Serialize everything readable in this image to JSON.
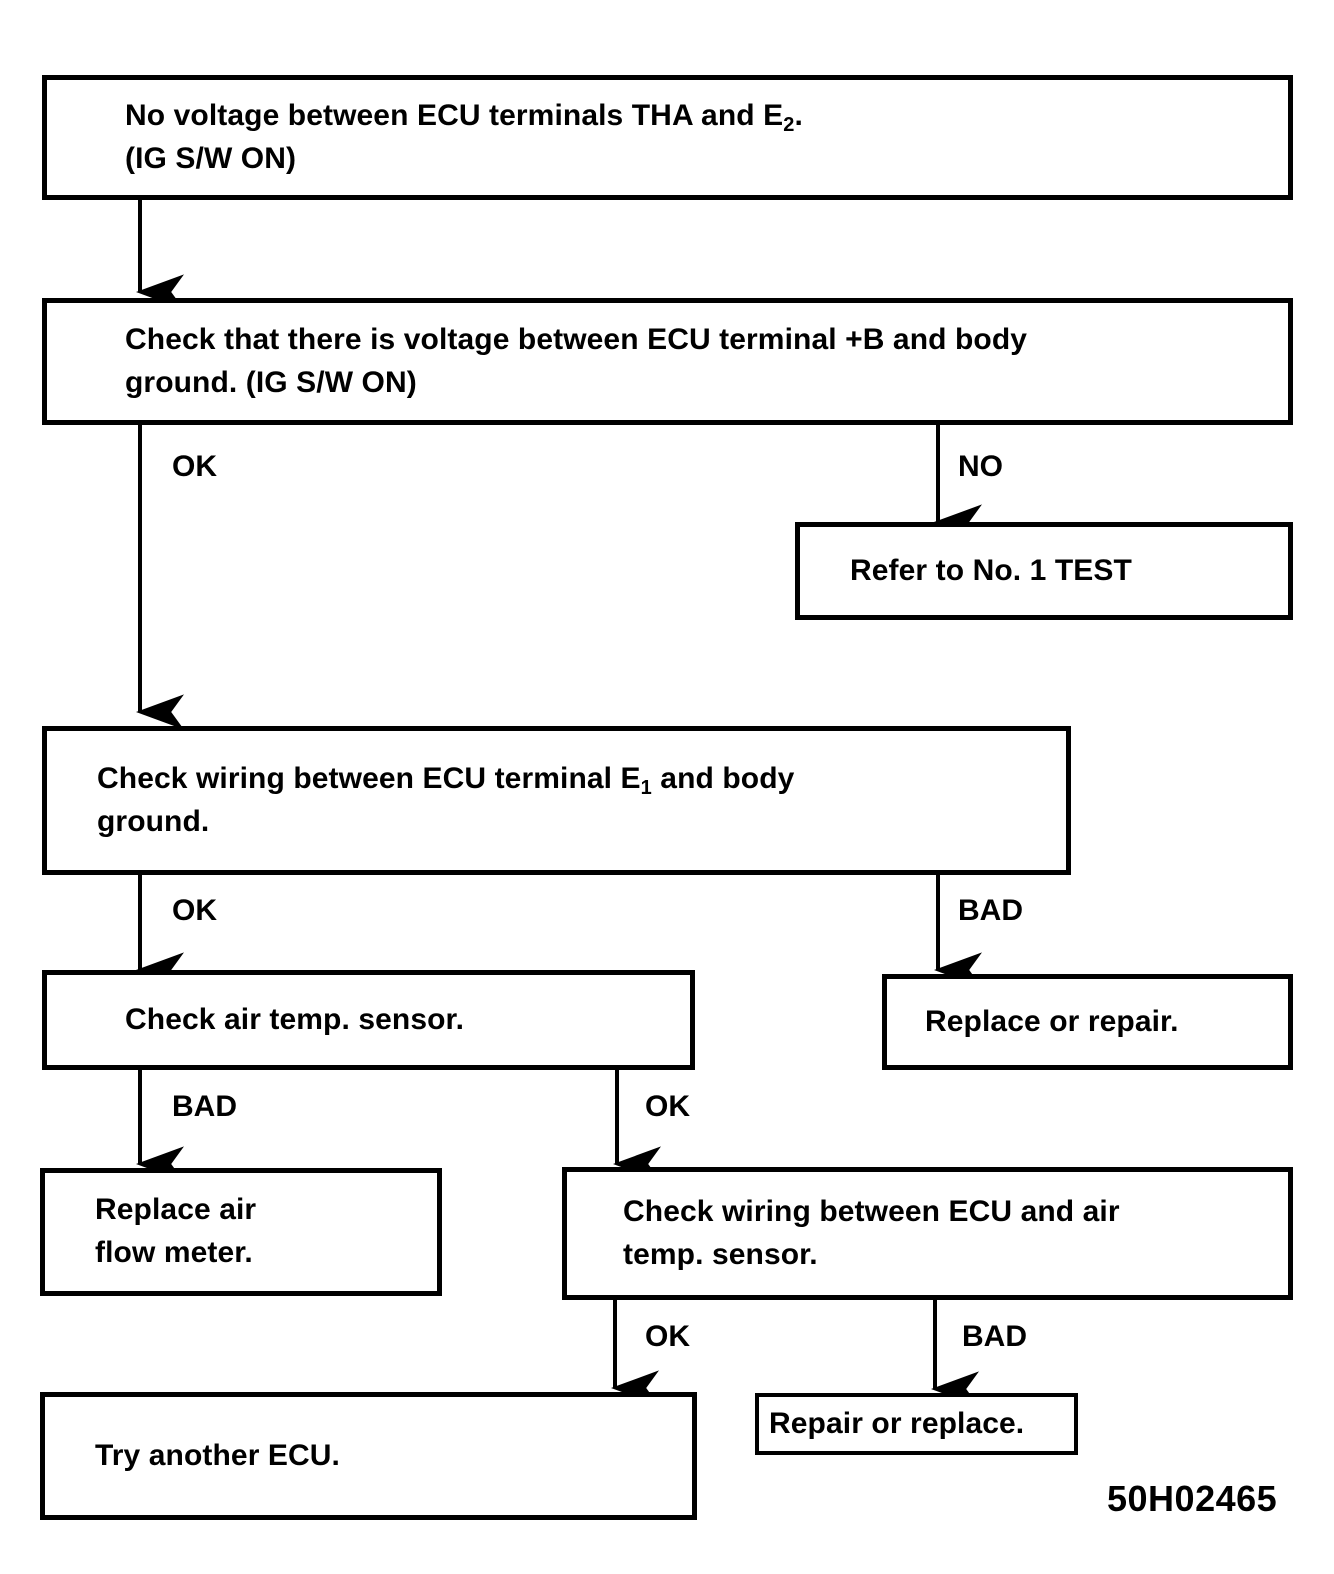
{
  "figure": {
    "code": "50H02465",
    "kind": "troubleshooting-flowchart"
  },
  "chart_data": {
    "type": "diagram",
    "title": "No voltage between ECU terminals THA and E2 troubleshooting chart",
    "nodes": [
      {
        "id": "n1",
        "text": "No voltage between ECU terminals THA and E2 .\n(IG S/W ON)"
      },
      {
        "id": "n2",
        "text": "Check that there is voltage between ECU terminal +B and body\nground.  (IG S/W ON)"
      },
      {
        "id": "n3",
        "text": "Refer to No. 1   TEST"
      },
      {
        "id": "n4",
        "text": "Check wiring between ECU terminal E1 and body\nground."
      },
      {
        "id": "n5",
        "text": "Check air temp. sensor."
      },
      {
        "id": "n6",
        "text": "Replace or repair."
      },
      {
        "id": "n7",
        "text": "Replace air\nflow meter."
      },
      {
        "id": "n8",
        "text": "Check wiring between ECU and air\ntemp. sensor."
      },
      {
        "id": "n9",
        "text": "Try another ECU."
      },
      {
        "id": "n10",
        "text": "Repair or replace."
      }
    ],
    "edges": [
      {
        "from": "n1",
        "to": "n2",
        "label": ""
      },
      {
        "from": "n2",
        "to": "n4",
        "label": "OK"
      },
      {
        "from": "n2",
        "to": "n3",
        "label": "NO"
      },
      {
        "from": "n4",
        "to": "n5",
        "label": "OK"
      },
      {
        "from": "n4",
        "to": "n6",
        "label": "BAD"
      },
      {
        "from": "n5",
        "to": "n7",
        "label": "BAD"
      },
      {
        "from": "n5",
        "to": "n8",
        "label": "OK"
      },
      {
        "from": "n8",
        "to": "n9",
        "label": "OK"
      },
      {
        "from": "n8",
        "to": "n10",
        "label": "BAD"
      }
    ]
  },
  "boxes": {
    "no_voltage": {
      "line1_pre": "No voltage between ECU terminals THA and E",
      "line1_sub": "2",
      "line1_post": ".",
      "line2": "(IG S/W ON)"
    },
    "check_b_voltage": {
      "line1": "Check that there is voltage between ECU terminal +B and body",
      "line2": "ground.  (IG S/W ON)"
    },
    "refer_test": {
      "text": "Refer to No. 1   TEST"
    },
    "check_e1_wiring": {
      "line1_pre": "Check wiring between ECU terminal E",
      "line1_sub": "1",
      "line1_post": " and body",
      "line2": "ground."
    },
    "check_air_temp_sensor": {
      "text": "Check air temp. sensor."
    },
    "replace_or_repair": {
      "text": "Replace or repair."
    },
    "replace_air_flow_meter": {
      "line1": "Replace air",
      "line2": "flow meter."
    },
    "check_ecu_sensor_wiring": {
      "line1": "Check wiring between ECU and air",
      "line2": "temp. sensor."
    },
    "try_another_ecu": {
      "text": "Try another ECU."
    },
    "repair_or_replace": {
      "text": "Repair or replace."
    }
  },
  "labels": {
    "ok_b_voltage": "OK",
    "no_b_voltage": "NO",
    "ok_e1_wiring": "OK",
    "bad_e1_wiring": "BAD",
    "bad_air_temp": "BAD",
    "ok_air_temp": "OK",
    "ok_ecu_wiring": "OK",
    "bad_ecu_wiring": "BAD"
  },
  "colors": {
    "ink": "#000000",
    "paper": "#ffffff"
  }
}
